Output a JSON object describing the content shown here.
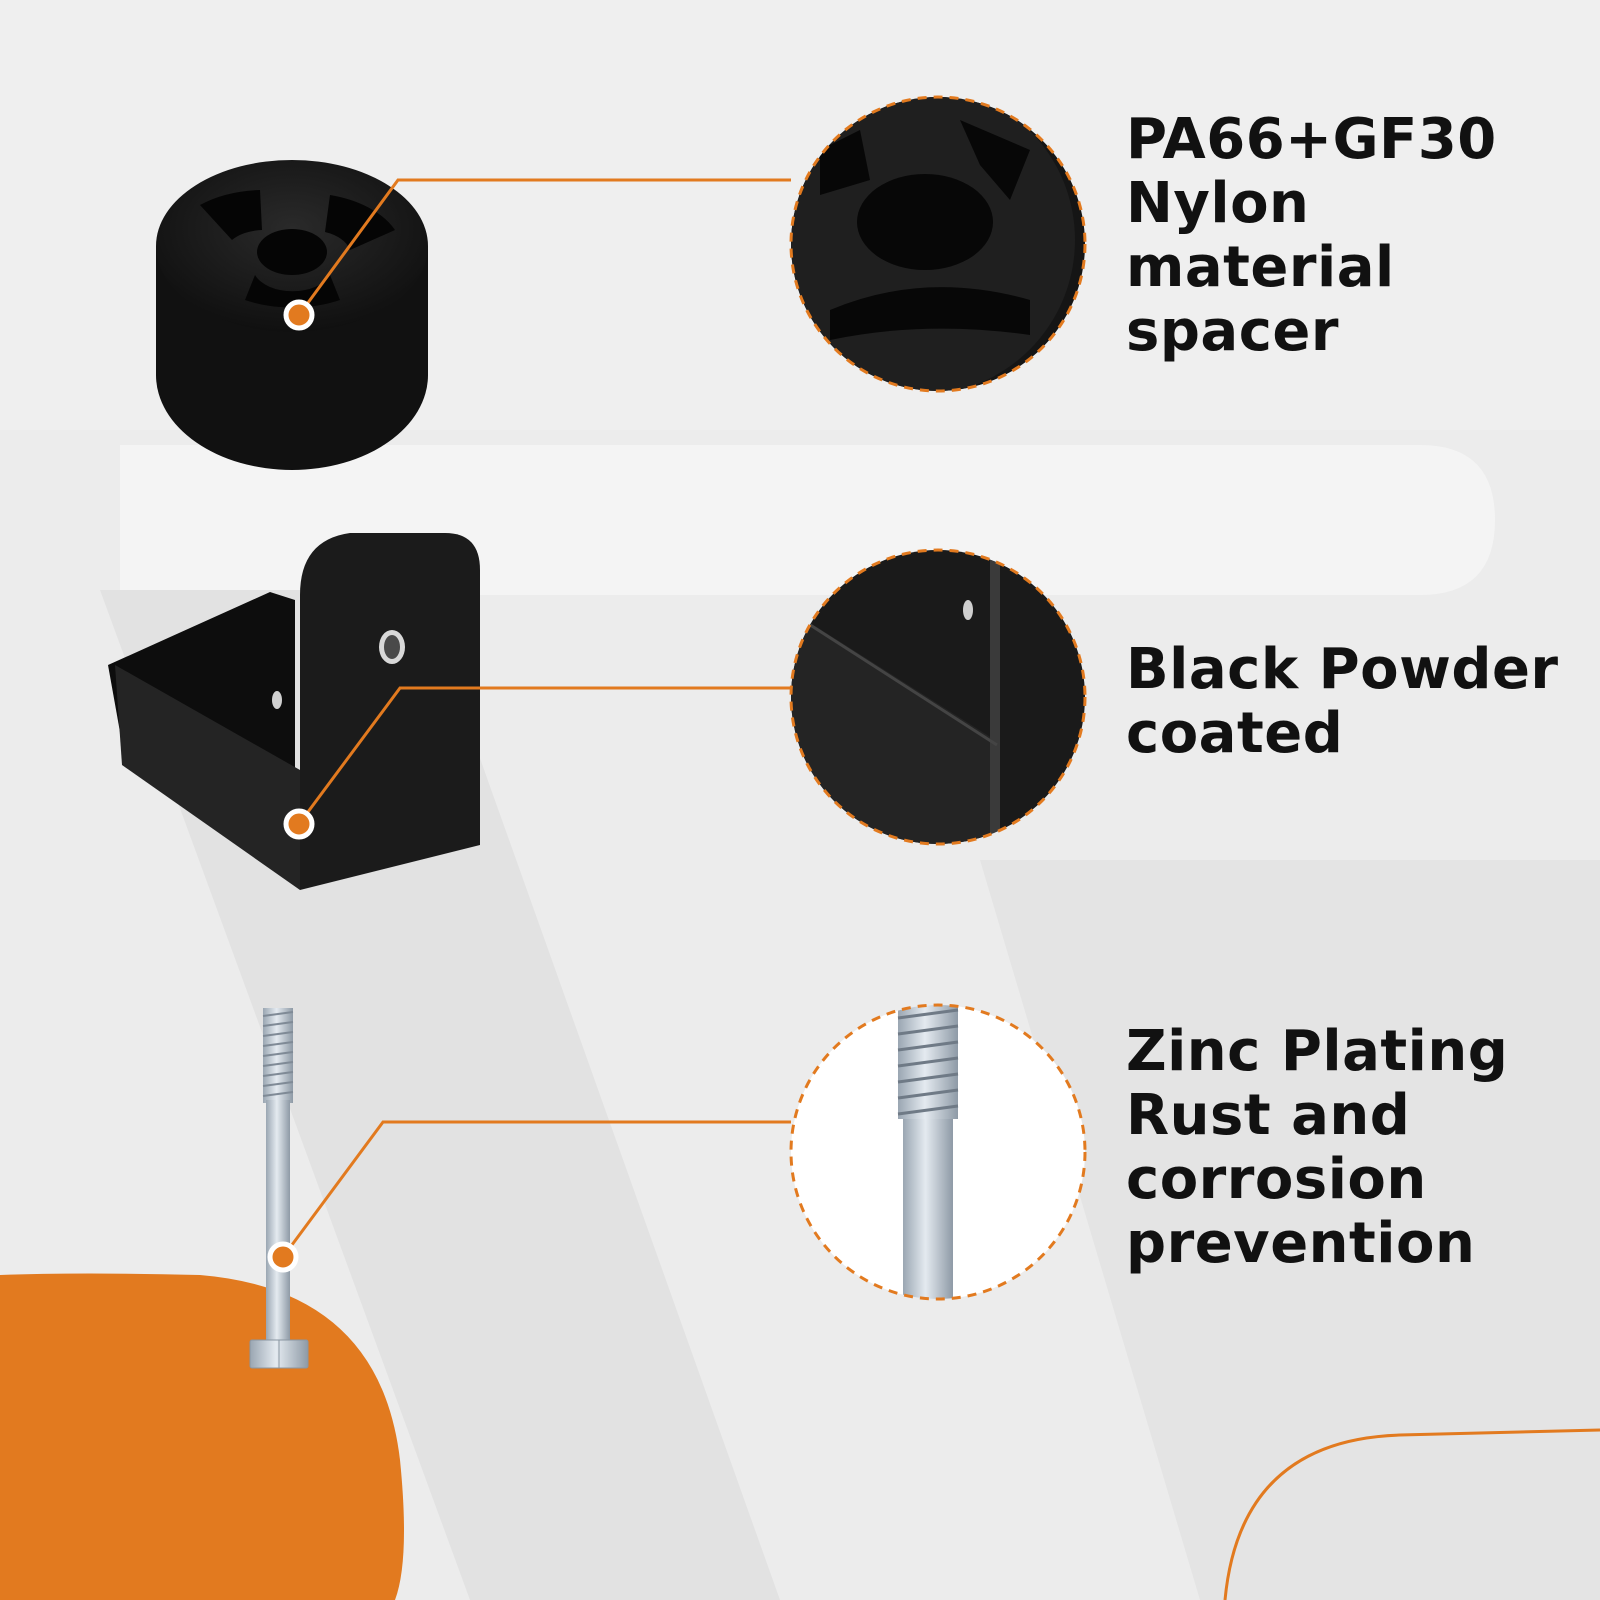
{
  "features": [
    {
      "id": "spacer",
      "lines": [
        "PA66+GF30",
        "Nylon",
        "material",
        "spacer"
      ]
    },
    {
      "id": "bracket",
      "lines": [
        "Black Powder",
        "coated"
      ]
    },
    {
      "id": "bolt",
      "lines": [
        "Zinc Plating",
        "Rust and",
        "corrosion",
        "prevention"
      ]
    }
  ],
  "colors": {
    "accent": "#e27a1f",
    "text": "#111111",
    "part_black": "#161616",
    "zinc": "#c9d3dc"
  },
  "icons": [
    "nylon-spacer-icon",
    "powder-coated-bracket-icon",
    "zinc-bolt-icon"
  ]
}
